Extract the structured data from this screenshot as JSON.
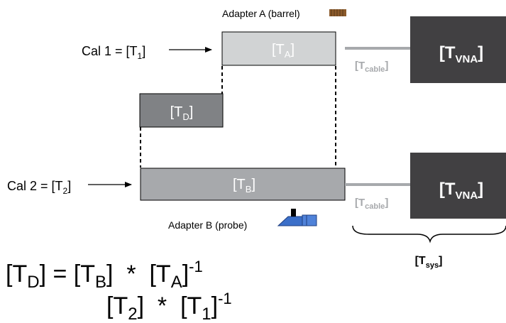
{
  "labels": {
    "adapter_a": "Adapter A (barrel)",
    "adapter_b": "Adapter B (probe)",
    "cal1_prefix": "Cal 1 = [T",
    "cal1_sub": "1",
    "cal2_prefix": "Cal 2 = [T",
    "cal2_sub": "2",
    "bracket_close": "]"
  },
  "blocks": {
    "ta": {
      "main": "[T",
      "sub": "A",
      "close": "]"
    },
    "tb": {
      "main": "[T",
      "sub": "B",
      "close": "]"
    },
    "td": {
      "main": "[T",
      "sub": "D",
      "close": "]"
    },
    "tvna_top": {
      "main": "[T",
      "sub": "VNA",
      "close": "]"
    },
    "tvna_bottom": {
      "main": "[T",
      "sub": "VNA",
      "close": "]"
    }
  },
  "cables": {
    "top": {
      "main": "[T",
      "sub": "cable",
      "close": "]"
    },
    "bottom": {
      "main": "[T",
      "sub": "cable",
      "close": "]"
    }
  },
  "tsys": {
    "main": "[T",
    "sub": "sys",
    "close": "]"
  },
  "equations": {
    "line1": {
      "lhs_main": "[T",
      "lhs_sub": "D",
      "lhs_close": "]",
      "equals": " = ",
      "t1_main": "[T",
      "t1_sub": "B",
      "t1_close": "]",
      "times": "  *  ",
      "t2_main": "[T",
      "t2_sub": "A",
      "t2_close": "]",
      "exp": "-1"
    },
    "line2": {
      "t1_main": "[T",
      "t1_sub": "2",
      "t1_close": "]",
      "times": "  *  ",
      "t2_main": "[T",
      "t2_sub": "1",
      "t2_close": "]",
      "exp": "-1"
    }
  },
  "colors": {
    "vna": "#414042",
    "ta_fill": "#d1d3d4",
    "td_fill": "#808285",
    "tb_fill": "#a7a9ac",
    "cable_line": "#a7a9ac",
    "cable_text": "#a7a9ac",
    "block_text": "#ffffff",
    "barrel_icon": "#8b5a2b",
    "probe_icon": "#3b6fc9"
  }
}
